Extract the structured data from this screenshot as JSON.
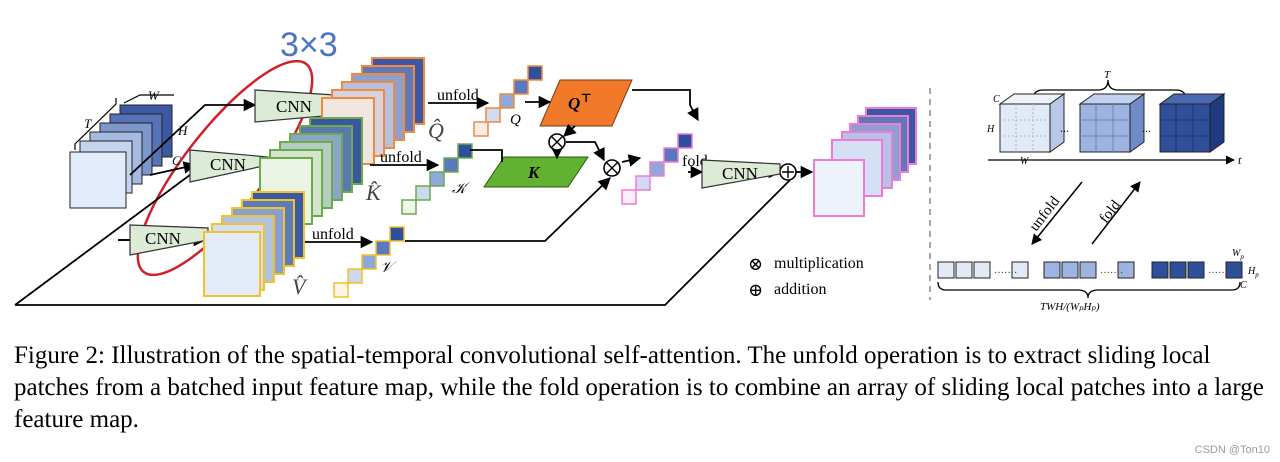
{
  "annotation": {
    "kernel_label": "3×3",
    "kernel_color": "#4a74c4",
    "highlight_color": "#d0202a"
  },
  "input": {
    "w": "W",
    "h": "H",
    "t": "T",
    "c": "C"
  },
  "branches": {
    "cnn_q": "CNN",
    "cnn_k": "CNN",
    "cnn_v": "CNN",
    "q_hat": "Q̂",
    "k_hat": "K̂",
    "v_hat": "V̂",
    "unfold_q": "unfold",
    "unfold_k": "unfold",
    "unfold_v": "unfold",
    "q_vec": "Q",
    "k_vec": "𝒦",
    "v_vec": "𝒱"
  },
  "attention": {
    "qt": "Q",
    "qt_sup": "⊤",
    "k": "K",
    "fold": "fold",
    "cnn_out": "CNN"
  },
  "legend": {
    "mult_symbol": "⊗",
    "mult_label": "multiplication",
    "add_symbol": "⊕",
    "add_label": "addition"
  },
  "right_panel": {
    "t_brace": "T",
    "t_axis": "t",
    "c": "C",
    "h": "H",
    "w": "W",
    "ellipsis": "...",
    "unfold": "unfold",
    "fold": "fold",
    "wp": "W",
    "wp_sub": "p",
    "hp": "H",
    "hp_sub": "p",
    "patch_c": "C",
    "count": "TWH/(WₚHₚ)"
  },
  "colors": {
    "q_branch": "#f08a3c",
    "k_branch": "#6cab4a",
    "v_branch": "#f2c22b",
    "output": "#f07ad7",
    "qt_box": "#f07a2a",
    "k_box": "#62b232",
    "cube_light": "#dde7f7",
    "cube_mid": "#9db4e0",
    "cube_dark": "#2f4f9a"
  },
  "caption": {
    "text": "Figure 2: Illustration of the spatial-temporal convolutional self-attention. The unfold operation is to extract sliding local patches from a batched input feature map, while the fold operation is to combine an array of sliding local patches into a large feature map."
  },
  "watermark": "CSDN @Ton10"
}
